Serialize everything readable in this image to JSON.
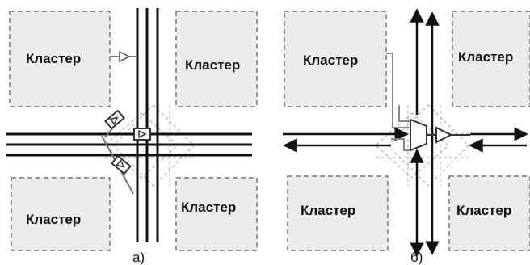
{
  "clusters": {
    "a_top_left": "Кластер",
    "a_top_right": "Кластер",
    "a_bottom_left": "Кластер",
    "a_bottom_right": "Кластер",
    "b_top_left": "Кластер",
    "b_top_right": "Кластер",
    "b_bottom_left": "Кластер",
    "b_bottom_right": "Кластер"
  },
  "captions": {
    "a": "а)",
    "b": "б)"
  }
}
